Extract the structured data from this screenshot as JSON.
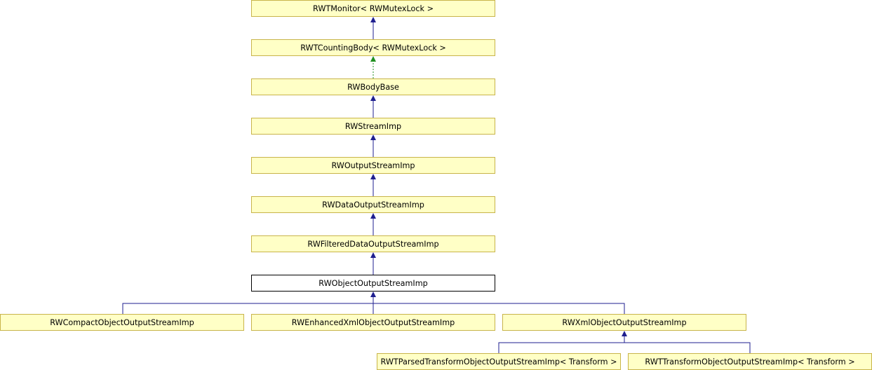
{
  "diagram": {
    "colors": {
      "node_fill": "#ffffc6",
      "node_border": "#c8b44a",
      "current_fill": "#ffffff",
      "current_border": "#000000",
      "inheritance_edge": "#1f1f8f",
      "template_edge": "#1f8f1f"
    },
    "nodes": {
      "monitor": "RWTMonitor< RWMutexLock >",
      "counting_body": "RWTCountingBody< RWMutexLock >",
      "body_base": "RWBodyBase",
      "stream_imp": "RWStreamImp",
      "output_stream_imp": "RWOutputStreamImp",
      "data_output_stream_imp": "RWDataOutputStreamImp",
      "filtered_data_output_stream_imp": "RWFilteredDataOutputStreamImp",
      "object_output_stream_imp": "RWObjectOutputStreamImp",
      "compact_object_output_stream_imp": "RWCompactObjectOutputStreamImp",
      "enhanced_xml_object_output_stream_imp": "RWEnhancedXmlObjectOutputStreamImp",
      "xml_object_output_stream_imp": "RWXmlObjectOutputStreamImp",
      "parsed_transform_object_output_stream_imp": "RWTParsedTransformObjectOutputStreamImp< Transform >",
      "transform_object_output_stream_imp": "RWTTransformObjectOutputStreamImp< Transform >"
    },
    "current_node": "object_output_stream_imp"
  }
}
